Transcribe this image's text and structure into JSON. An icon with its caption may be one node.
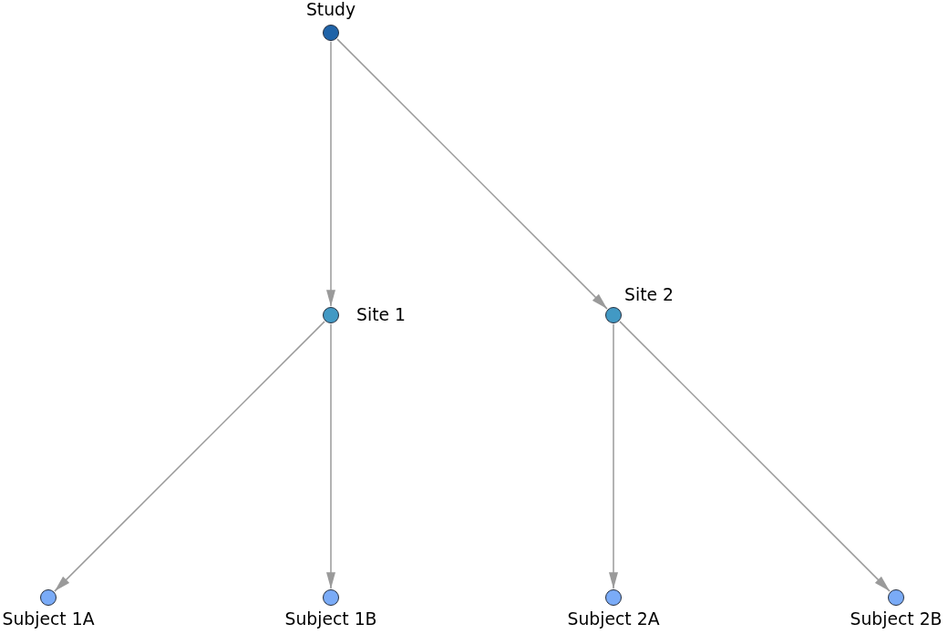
{
  "diagram": {
    "nodes": [
      {
        "text": [],
        "shape": "circle",
        "beside": [
          "Study"
        ]
      },
      {
        "text": [],
        "shape": "circle",
        "beside": [
          "Site 1"
        ]
      },
      {
        "text": [],
        "shape": "circle",
        "beside": [
          "Site 2"
        ]
      },
      {
        "text": [],
        "shape": "circle",
        "beside": [
          "Subject 1A"
        ]
      },
      {
        "text": [],
        "shape": "circle",
        "beside": [
          "Subject 1B"
        ]
      },
      {
        "text": [],
        "shape": "circle",
        "beside": [
          "Subject 2A"
        ]
      },
      {
        "text": [],
        "shape": "circle",
        "beside": [
          "Subject 2B"
        ]
      }
    ],
    "edges": [
      {
        "from": 0,
        "to": 1,
        "arrow": "to"
      },
      {
        "from": 0,
        "to": 2,
        "arrow": "to"
      },
      {
        "from": 1,
        "to": 3,
        "arrow": "to"
      },
      {
        "from": 1,
        "to": 4,
        "arrow": "to"
      },
      {
        "from": 2,
        "to": 5,
        "arrow": "to"
      },
      {
        "from": 2,
        "to": 6,
        "arrow": "to"
      }
    ]
  }
}
